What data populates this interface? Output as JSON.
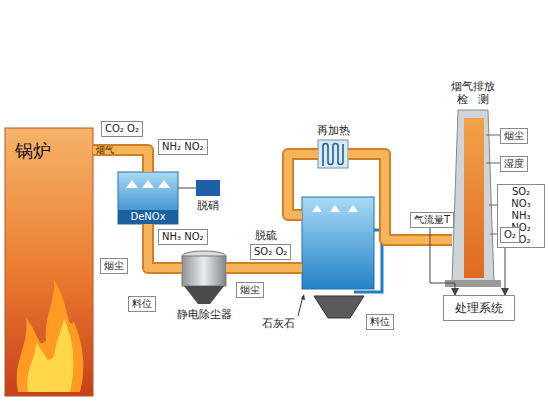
{
  "diagram": {
    "nodes": [
      {
        "text": [
          "锅炉"
        ]
      },
      {
        "text": [
          "CO₂ O₂"
        ]
      },
      {
        "text": [
          "NH₂ NO₂"
        ]
      },
      {
        "text": [
          "DeNOx"
        ]
      },
      {
        "text": [
          "脱硝"
        ]
      },
      {
        "text": [
          "NH₃ NO₂"
        ]
      },
      {
        "text": [
          "烟尘"
        ]
      },
      {
        "text": [
          "静电除尘器"
        ]
      },
      {
        "text": [
          "料位"
        ]
      },
      {
        "text": [
          "SO₂ O₂"
        ]
      },
      {
        "text": [
          "烟尘"
        ]
      },
      {
        "text": [
          "再加热"
        ]
      },
      {
        "text": [
          "脱硫"
        ]
      },
      {
        "text": [
          "料位"
        ]
      },
      {
        "text": [
          "气流量T"
        ]
      },
      {
        "text": [
          "烟气排放 检 测"
        ]
      },
      {
        "text": [
          "烟尘"
        ]
      },
      {
        "text": [
          "湿度"
        ]
      },
      {
        "text": [
          "SO₂ NO₃ NH₃ NO₂ CO₂"
        ]
      },
      {
        "text": [
          "O₂"
        ]
      },
      {
        "text": [
          "处理系统"
        ]
      }
    ],
    "edges": [
      {
        "from": 0,
        "to": 3,
        "arrow": "none"
      },
      {
        "from": 3,
        "to": 4,
        "arrow": "none"
      },
      {
        "from": 3,
        "to": 7,
        "arrow": "none"
      },
      {
        "from": 7,
        "to": 12,
        "arrow": "none"
      },
      {
        "from": 12,
        "to": 11,
        "arrow": "none"
      },
      {
        "from": 11,
        "to": 15,
        "arrow": "none"
      },
      {
        "from": 14,
        "to": 20,
        "arrow": "to"
      },
      {
        "from": 19,
        "to": 20,
        "arrow": "to"
      }
    ],
    "labels": [
      "烟气",
      "石灰石"
    ]
  }
}
